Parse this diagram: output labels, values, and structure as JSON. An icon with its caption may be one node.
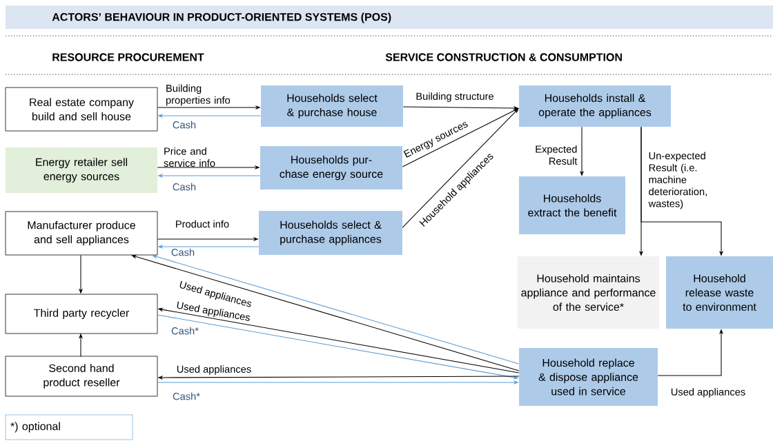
{
  "diagram": {
    "title": "ACTORS’ BEHAVIOUR IN PRODUCT-ORIENTED SYSTEMS (POS)",
    "nodes": [
      {
        "text": [
          "Real estate company build and sell house"
        ]
      },
      {
        "text": [
          "Energy retailer sell energy sources"
        ]
      },
      {
        "text": [
          "Manufacturer produce and sell appliances"
        ]
      },
      {
        "text": [
          "Third party recycler"
        ]
      },
      {
        "text": [
          "Second hand product reseller"
        ]
      },
      {
        "text": [
          "Households select & purchase house"
        ]
      },
      {
        "text": [
          "Households pur- chase energy source"
        ]
      },
      {
        "text": [
          "Households select & purchase appliances"
        ]
      },
      {
        "text": [
          "Households install & operate the appliances"
        ]
      },
      {
        "text": [
          "Households extract the benefit"
        ]
      },
      {
        "text": [
          "Household maintains appliance and performance of the service*"
        ]
      },
      {
        "text": [
          "Household release waste to environment"
        ]
      },
      {
        "text": [
          "Household replace & dispose appliance used in service"
        ]
      },
      {
        "text": [
          "*) optional"
        ]
      }
    ],
    "edges": [
      {
        "from": 0,
        "to": 5,
        "arrow": "to",
        "label": "Building properties info"
      },
      {
        "from": 5,
        "to": 0,
        "arrow": "to",
        "label": "Cash",
        "color": "#5b9bd5"
      },
      {
        "from": 1,
        "to": 6,
        "arrow": "to",
        "label": "Price and service info"
      },
      {
        "from": 6,
        "to": 1,
        "arrow": "to",
        "label": "Cash",
        "color": "#5b9bd5"
      },
      {
        "from": 2,
        "to": 7,
        "arrow": "to",
        "label": "Product info"
      },
      {
        "from": 7,
        "to": 2,
        "arrow": "to",
        "label": "Cash",
        "color": "#5b9bd5"
      },
      {
        "from": 5,
        "to": 8,
        "arrow": "to",
        "label": "Building structure"
      },
      {
        "from": 6,
        "to": 8,
        "arrow": "to",
        "label": "Energy sources"
      },
      {
        "from": 7,
        "to": 8,
        "arrow": "to",
        "label": "Household appliances"
      },
      {
        "from": 8,
        "to": 9,
        "arrow": "to",
        "label": "Expected Result"
      },
      {
        "from": 8,
        "to": 10,
        "arrow": "to",
        "label": "Un-expected Result (i.e. machine deterioration, wastes)"
      },
      {
        "from": 8,
        "to": 11,
        "arrow": "to"
      },
      {
        "from": 12,
        "to": 11,
        "arrow": "to",
        "label": "Used appliances"
      },
      {
        "from": 12,
        "to": 2,
        "arrow": "to",
        "label": "Used appliances"
      },
      {
        "from": 12,
        "to": 2,
        "arrow": "to",
        "color": "#5b9bd5"
      },
      {
        "from": 12,
        "to": 3,
        "arrow": "to",
        "label": "Used appliances"
      },
      {
        "from": 3,
        "to": 12,
        "arrow": "to",
        "label": "Cash*",
        "color": "#5b9bd5"
      },
      {
        "from": 12,
        "to": 4,
        "arrow": "to",
        "label": "Used appliances"
      },
      {
        "from": 4,
        "to": 12,
        "arrow": "to",
        "label": "Cash*",
        "color": "#5b9bd5"
      },
      {
        "from": 2,
        "to": 3,
        "arrow": "to"
      },
      {
        "from": 4,
        "to": 3,
        "arrow": "to"
      }
    ],
    "labels": [
      "RESOURCE PROCUREMENT",
      "SERVICE CONSTRUCTION & CONSUMPTION"
    ]
  }
}
